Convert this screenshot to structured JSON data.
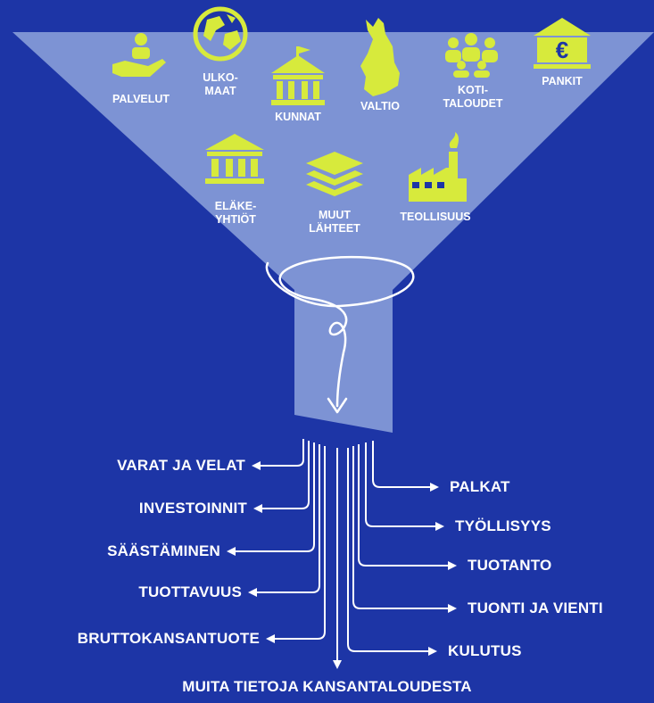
{
  "sources": [
    {
      "label": "PALVELUT",
      "icon": "services-hand-icon"
    },
    {
      "label": "ULKO-\nMAAT",
      "icon": "globe-icon"
    },
    {
      "label": "KUNNAT",
      "icon": "city-hall-icon"
    },
    {
      "label": "VALTIO",
      "icon": "finland-map-icon"
    },
    {
      "label": "KOTI-\nTALOUDET",
      "icon": "households-people-icon"
    },
    {
      "label": "PANKIT",
      "icon": "bank-euro-icon"
    },
    {
      "label": "ELÄKE-\nYHTIÖT",
      "icon": "pension-building-icon"
    },
    {
      "label": "MUUT\nLÄHTEET",
      "icon": "layers-icon"
    },
    {
      "label": "TEOLLISUUS",
      "icon": "factory-icon"
    }
  ],
  "outputs_left": [
    "VARAT JA VELAT",
    "INVESTOINNIT",
    "SÄÄSTÄMINEN",
    "TUOTTAVUUS",
    "BRUTTOKANSANTUOTE"
  ],
  "outputs_right": [
    "PALKAT",
    "TYÖLLISYYS",
    "TUOTANTO",
    "TUONTI JA VIENTI",
    "KULUTUS"
  ],
  "bottom_output": "MUITA TIETOJA KANSANTALOUDESTA",
  "colors": {
    "background": "#1d35a6",
    "funnel": "#8ea3dc",
    "icon": "#d7ea3c",
    "text": "#ffffff"
  }
}
